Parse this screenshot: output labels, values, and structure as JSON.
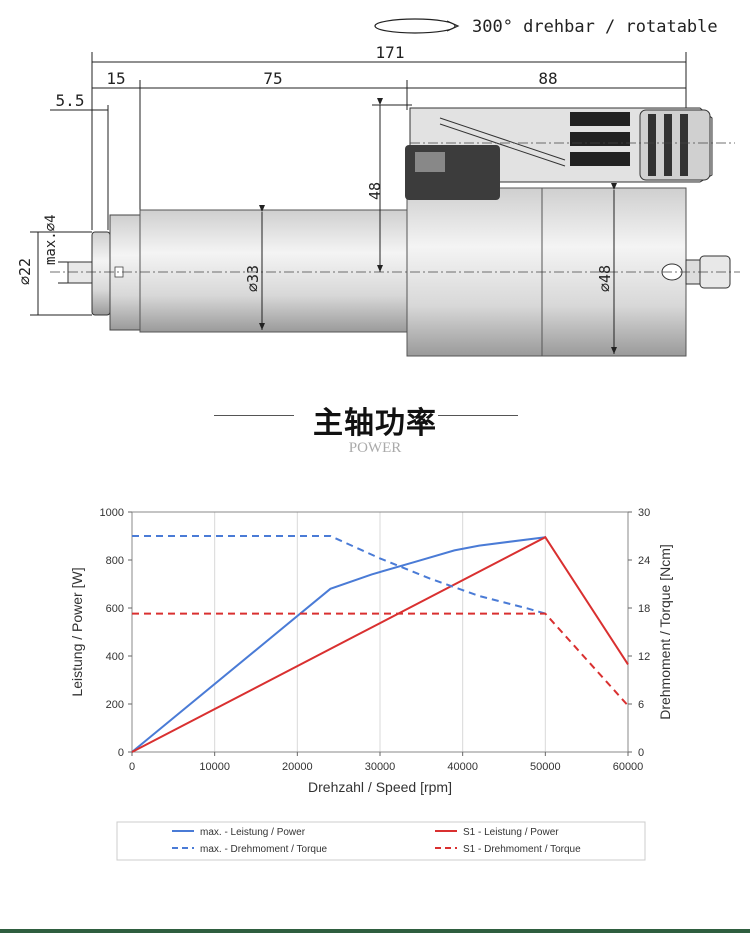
{
  "drawing": {
    "rotation_label": "300° drehbar / rotatable",
    "dimensions": {
      "overall": "171",
      "d15": "15",
      "d75": "75",
      "d88": "88",
      "d5_5": "5.5",
      "max_d4": "max.∅4",
      "d22": "∅22",
      "d33": "∅33",
      "d48_height": "48",
      "d48_diam": "∅48"
    }
  },
  "section": {
    "title_zh": "主轴功率",
    "title_en": "POWER"
  },
  "chart_data": {
    "type": "line",
    "xlabel": "Drehzahl / Speed [rpm]",
    "ylabel_left": "Leistung / Power [W]",
    "ylabel_right": "Drehmoment / Torque [Ncm]",
    "xlim": [
      0,
      60000
    ],
    "ylim_left": [
      0,
      1000
    ],
    "ylim_right": [
      0,
      30
    ],
    "x_ticks": [
      "0",
      "10000",
      "20000",
      "30000",
      "40000",
      "50000",
      "60000"
    ],
    "y_left_ticks": [
      "0",
      "200",
      "400",
      "600",
      "800",
      "1000"
    ],
    "y_right_ticks": [
      "0",
      "6",
      "12",
      "18",
      "24",
      "30"
    ],
    "grid": "vertical",
    "legend_position": "bottom",
    "series": [
      {
        "name": "max. - Leistung / Power",
        "axis": "left",
        "color": "#4a7bd6",
        "dash": false,
        "x": [
          0,
          24000,
          29000,
          34000,
          39000,
          42000,
          50000
        ],
        "y": [
          0,
          680,
          740,
          790,
          840,
          860,
          895
        ]
      },
      {
        "name": "S1 - Leistung / Power",
        "axis": "left",
        "color": "#d93030",
        "dash": false,
        "x": [
          0,
          50000,
          60000
        ],
        "y": [
          0,
          895,
          365
        ]
      },
      {
        "name": "max. - Drehmoment / Torque",
        "axis": "right",
        "color": "#4a7bd6",
        "dash": true,
        "x": [
          0,
          24000,
          30000,
          36000,
          42000,
          48000,
          50000
        ],
        "y": [
          27,
          27,
          24.2,
          21.7,
          19.5,
          17.9,
          17.3
        ]
      },
      {
        "name": "S1 - Drehmoment / Torque",
        "axis": "right",
        "color": "#d93030",
        "dash": true,
        "x": [
          0,
          50000,
          60000
        ],
        "y": [
          17.3,
          17.3,
          5.8
        ]
      }
    ]
  }
}
